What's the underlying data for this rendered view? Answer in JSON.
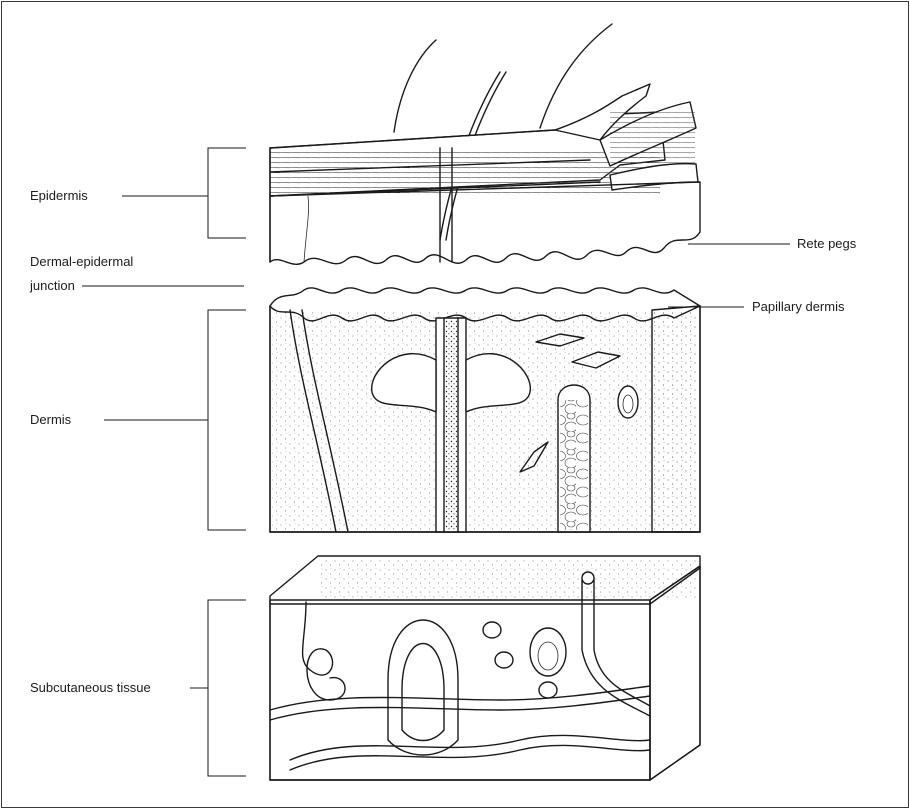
{
  "labels": {
    "epidermis": "Epidermis",
    "junction_line1": "Dermal-epidermal",
    "junction_line2": "junction",
    "dermis": "Dermis",
    "subcutaneous": "Subcutaneous tissue",
    "rete_pegs": "Rete pegs",
    "papillary_dermis": "Papillary dermis"
  },
  "colors": {
    "ink": "#1a1a1a",
    "paper": "#ffffff"
  }
}
